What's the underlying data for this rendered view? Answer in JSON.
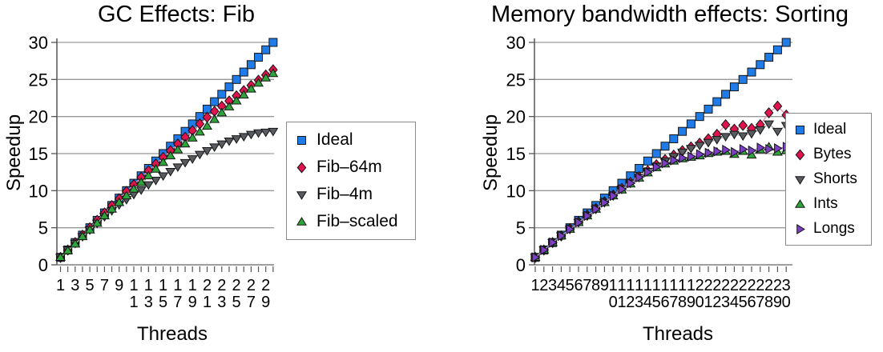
{
  "figure": {
    "background": "#ffffff",
    "axis_color": "#555555",
    "grid_color": "#999999",
    "text_color": "#000000"
  },
  "chart_data": [
    {
      "type": "scatter",
      "title": "GC Effects: Fib",
      "xlabel": "Threads",
      "ylabel": "Speedup",
      "ylim": [
        0,
        30
      ],
      "yticks": [
        0,
        5,
        10,
        15,
        20,
        25,
        30
      ],
      "xtick_label_threads": [
        1,
        3,
        5,
        7,
        9,
        11,
        13,
        15,
        17,
        19,
        21,
        23,
        25,
        27,
        29
      ],
      "grid": true,
      "legend_position": "right-middle",
      "x": [
        1,
        2,
        3,
        4,
        5,
        6,
        7,
        8,
        9,
        10,
        11,
        12,
        13,
        14,
        15,
        16,
        17,
        18,
        19,
        20,
        21,
        22,
        23,
        24,
        25,
        26,
        27,
        28,
        29,
        30
      ],
      "series": [
        {
          "name": "Ideal",
          "marker": "square",
          "color": "#1E7BE8",
          "line_color": "#6FA6EC",
          "values": [
            1,
            2,
            3,
            4,
            5,
            6,
            7,
            8,
            9,
            10,
            11,
            12,
            13,
            14,
            15,
            16,
            17,
            18,
            19,
            20,
            21,
            22,
            23,
            24,
            25,
            26,
            27,
            28,
            29,
            30
          ]
        },
        {
          "name": "Fib–64m",
          "marker": "diamond",
          "color": "#E0134E",
          "line_color": "#F287A8",
          "values": [
            1,
            2,
            3,
            4,
            5,
            6,
            7,
            8,
            8.9,
            9.9,
            10.8,
            11.8,
            12.7,
            13.6,
            14.5,
            15.4,
            16.3,
            17.2,
            18.1,
            19,
            19.9,
            20.7,
            21.4,
            22.1,
            22.8,
            23.5,
            24.2,
            24.9,
            25.6,
            26.3
          ]
        },
        {
          "name": "Fib–4m",
          "marker": "triangle-down",
          "color": "#585C60",
          "line_color": "#A5A8AB",
          "values": [
            1,
            2,
            2.9,
            3.8,
            4.7,
            5.6,
            6.5,
            7.3,
            8.1,
            8.8,
            9.5,
            10.1,
            10.8,
            11.4,
            12,
            12.6,
            13.2,
            13.8,
            14.3,
            14.9,
            15.4,
            15.9,
            16.3,
            16.7,
            17,
            17.3,
            17.6,
            17.8,
            17.9,
            18
          ]
        },
        {
          "name": "Fib–scaled",
          "marker": "triangle-up",
          "color": "#2EA43A",
          "line_color": "#86CB8E",
          "values": [
            1,
            1.9,
            2.8,
            3.8,
            4.7,
            5.6,
            6.6,
            7.5,
            8.4,
            9.3,
            10.2,
            11.1,
            12,
            12.9,
            13.8,
            14.7,
            15.5,
            16.3,
            17.1,
            17.9,
            18.7,
            19.6,
            20.5,
            21.3,
            22.1,
            22.9,
            23.7,
            24.5,
            25.2,
            25.8
          ]
        }
      ]
    },
    {
      "type": "scatter",
      "title": "Memory bandwidth effects: Sorting",
      "xlabel": "Threads",
      "ylabel": "Speedup",
      "ylim": [
        0,
        30
      ],
      "yticks": [
        0,
        5,
        10,
        15,
        20,
        25,
        30
      ],
      "xtick_label_threads": [
        1,
        2,
        3,
        4,
        5,
        6,
        7,
        8,
        9,
        10,
        11,
        12,
        13,
        14,
        15,
        16,
        17,
        18,
        19,
        20,
        21,
        22,
        23,
        24,
        25,
        26,
        27,
        28,
        29,
        30
      ],
      "grid": true,
      "legend_position": "right-middle",
      "x": [
        1,
        2,
        3,
        4,
        5,
        6,
        7,
        8,
        9,
        10,
        11,
        12,
        13,
        14,
        15,
        16,
        17,
        18,
        19,
        20,
        21,
        22,
        23,
        24,
        25,
        26,
        27,
        28,
        29,
        30
      ],
      "series": [
        {
          "name": "Ideal",
          "marker": "square",
          "color": "#1E7BE8",
          "line_color": "#6FA6EC",
          "values": [
            1,
            2,
            3,
            4,
            5,
            6,
            7,
            8,
            9,
            10,
            11,
            12,
            13,
            14,
            15,
            16,
            17,
            18,
            19,
            20,
            21,
            22,
            23,
            24,
            25,
            26,
            27,
            28,
            29,
            30
          ]
        },
        {
          "name": "Bytes",
          "marker": "diamond",
          "color": "#E0134E",
          "line_color": "#F287A8",
          "values": [
            1,
            2,
            3,
            3.9,
            4.9,
            5.8,
            6.7,
            7.6,
            8.5,
            9.4,
            10.3,
            11.1,
            11.9,
            12.7,
            13.5,
            14.2,
            14.8,
            15.4,
            15.9,
            16.4,
            17,
            17.6,
            18.9,
            18.3,
            18.8,
            18.4,
            18.9,
            20.5,
            21.4,
            20.2
          ]
        },
        {
          "name": "Shorts",
          "marker": "triangle-down",
          "color": "#585C60",
          "line_color": "#A5A8AB",
          "values": [
            1,
            2,
            3,
            3.9,
            4.8,
            5.7,
            6.6,
            7.5,
            8.4,
            9.3,
            10.2,
            11,
            11.8,
            12.6,
            13.3,
            14,
            14.6,
            15.2,
            15.7,
            16.1,
            16.5,
            16.9,
            17.3,
            17.6,
            17.4,
            17.7,
            18.2,
            19,
            18,
            18.8
          ]
        },
        {
          "name": "Ints",
          "marker": "triangle-up",
          "color": "#2EA43A",
          "line_color": "#86CB8E",
          "values": [
            1,
            2,
            3,
            3.9,
            4.8,
            5.7,
            6.6,
            7.5,
            8.4,
            9.3,
            10.1,
            10.9,
            11.7,
            12.4,
            13.1,
            13.6,
            14,
            14.3,
            14.5,
            14.7,
            15,
            15.2,
            15.3,
            14.9,
            15.3,
            14.8,
            15.5,
            15.9,
            15.2,
            15.4
          ]
        },
        {
          "name": "Longs",
          "marker": "triangle-right",
          "color": "#7C3EC3",
          "line_color": "#AB8BD9",
          "values": [
            1,
            2,
            3,
            3.9,
            4.8,
            5.7,
            6.6,
            7.5,
            8.4,
            9.3,
            10.2,
            11,
            11.8,
            12.5,
            13.2,
            13.7,
            14.1,
            14.4,
            14.6,
            14.9,
            15.1,
            15.3,
            15.5,
            15.2,
            15.6,
            15.4,
            15.8,
            15.6,
            15.7,
            15.9
          ]
        }
      ]
    }
  ]
}
